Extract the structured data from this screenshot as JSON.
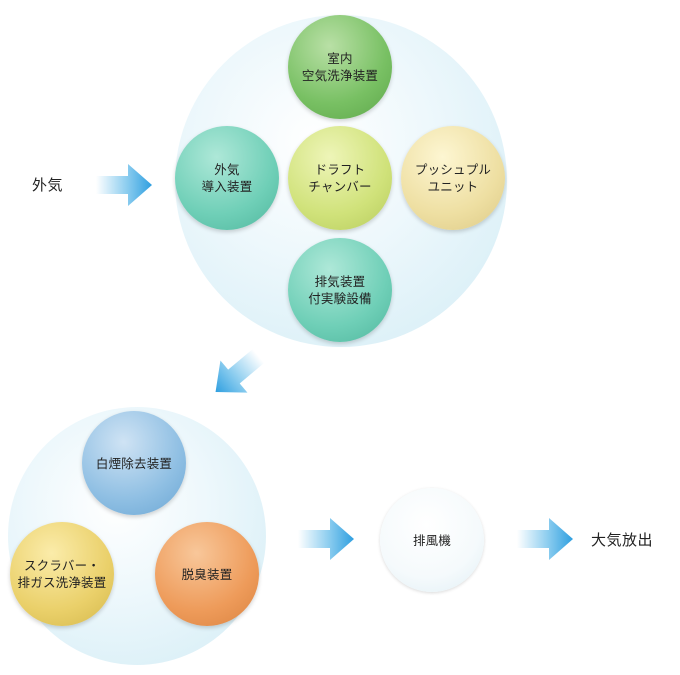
{
  "diagram": {
    "inlet_label": "外気",
    "outlet_label": "大気放出",
    "top_group": {
      "room_scrubber": "室内\n空気洗浄装置",
      "air_intake": "外気\n導入装置",
      "draft_chamber": "ドラフト\nチャンバー",
      "push_pull_unit": "プッシュプル\nユニット",
      "exhaust_equipment": "排気装置\n付実験設備"
    },
    "bottom_group": {
      "white_smoke_removal": "白煙除去装置",
      "scrubber": "スクラバー・\n排ガス洗浄装置",
      "deodorizer": "脱臭装置"
    },
    "exhaust_fan": "排風機"
  },
  "colors": {
    "arrow": "#38a9e4",
    "group_background": "#d2ecf5",
    "green": "#78c063",
    "teal": "#6fcfb7",
    "lime": "#d0e27a",
    "cream": "#eedfa2",
    "blue": "#8fbfe3",
    "gold": "#ead06a",
    "orange": "#ee9b5a"
  },
  "icons": [
    "arrow-right-icon",
    "arrow-down-left-icon"
  ]
}
